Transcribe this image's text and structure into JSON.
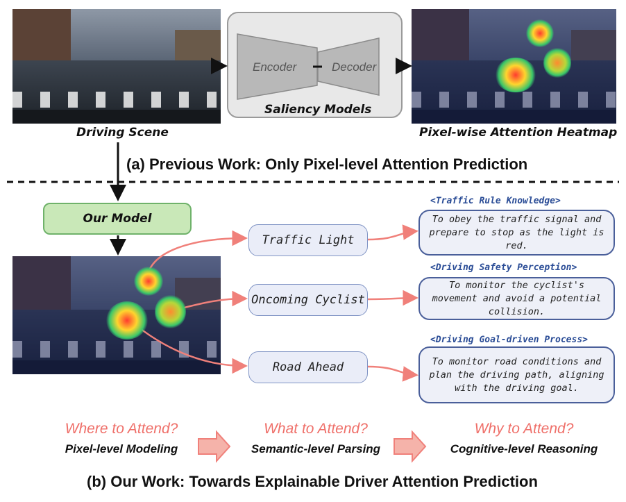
{
  "section_a": {
    "scene_label": "Driving Scene",
    "encoder_label": "Encoder",
    "decoder_label": "Decoder",
    "model_box_label": "Saliency Models",
    "heatmap_label": "Pixel-wise Attention Heatmap",
    "title": "(a) Previous Work: Only Pixel-level Attention Prediction"
  },
  "section_b": {
    "model_label": "Our Model",
    "objects": [
      {
        "label": "Traffic Light",
        "category": "<Traffic Rule Knowledge>",
        "reason": "To obey the traffic signal and prepare to stop as the light is red."
      },
      {
        "label": "Oncoming Cyclist",
        "category": "<Driving Safety Perception>",
        "reason": "To monitor the cyclist's movement and avoid a potential collision."
      },
      {
        "label": "Road Ahead",
        "category": "<Driving Goal-driven Process>",
        "reason": "To monitor road conditions and plan the driving path, aligning with the driving goal."
      }
    ],
    "stages": [
      {
        "question": "Where to Attend?",
        "subtitle": "Pixel-level Modeling"
      },
      {
        "question": "What to Attend?",
        "subtitle": "Semantic-level Parsing"
      },
      {
        "question": "Why to Attend?",
        "subtitle": "Cognitive-level Reasoning"
      }
    ],
    "title": "(b) Our Work: Towards Explainable Driver Attention Prediction"
  },
  "colors": {
    "arrow_red": "#f0807a",
    "pill_border": "#7f93c4",
    "reason_border": "#4a5f9a",
    "model_green": "#c9e8b8",
    "question_red": "#ef6f69",
    "category_blue": "#2a4c96"
  }
}
